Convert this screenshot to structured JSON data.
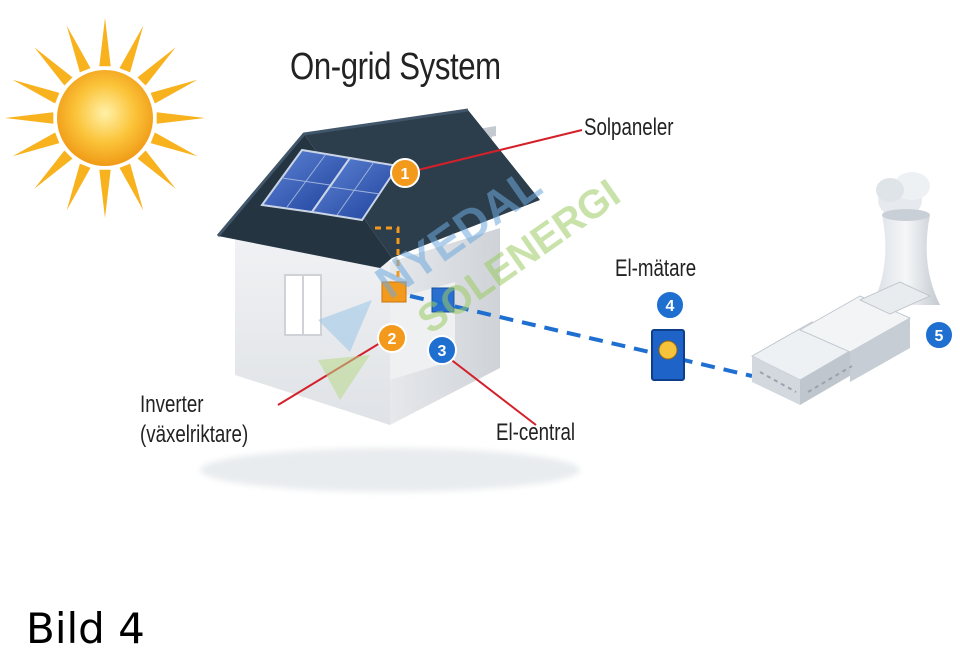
{
  "title": "On-grid System",
  "labels": {
    "solpaneler": "Solpaneler",
    "inverter_line1": "Inverter",
    "inverter_line2": "(växelriktare)",
    "el_central": "El-central",
    "el_matare": "El-mätare"
  },
  "badges": [
    "1",
    "2",
    "3",
    "4",
    "5"
  ],
  "watermark": {
    "line1": "NYEDAL",
    "line2": "SOLENERGI"
  },
  "caption": "Bild 4",
  "colors": {
    "sun": "#f7b21e",
    "badge_orange": "#f39a1d",
    "badge_blue": "#1f6fd1",
    "pointer_line": "#d4202a",
    "grid_line": "#1e6fd0",
    "roof": "#243441"
  }
}
